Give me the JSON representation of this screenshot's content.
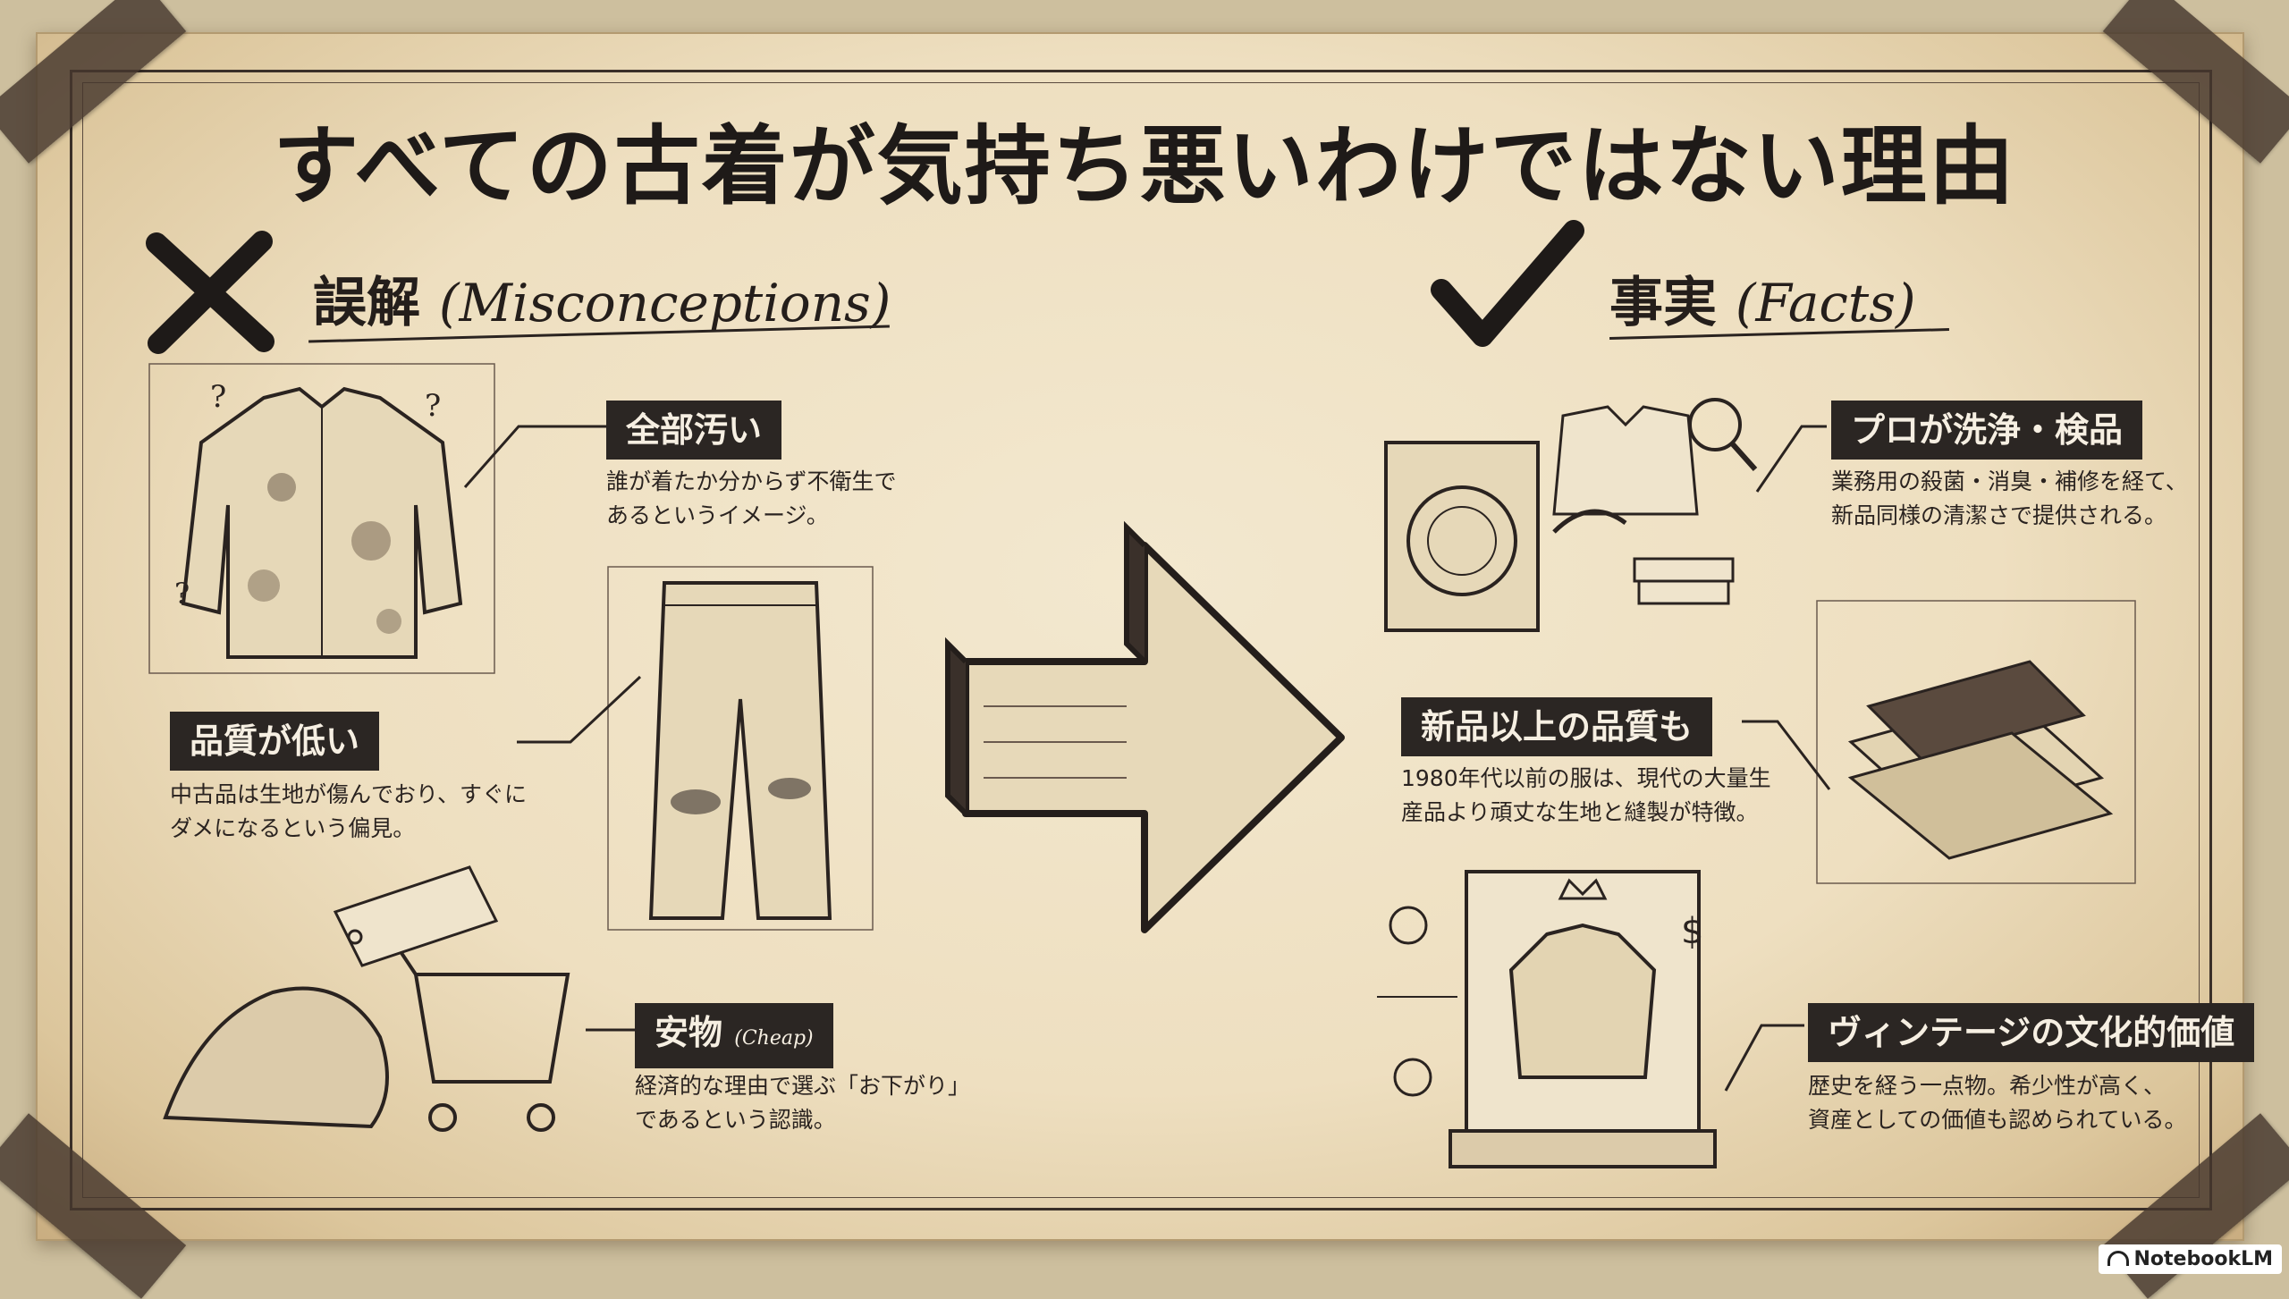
{
  "title": "すべての古着が気持ち悪いわけではない理由",
  "misconceptions": {
    "heading_jp": "誤解",
    "heading_en": "(Misconceptions)",
    "items": [
      {
        "label": "全部汚い",
        "desc_lines": [
          "誰が着たか分からず不衛生で",
          "あるというイメージ。"
        ]
      },
      {
        "label": "品質が低い",
        "desc_lines": [
          "中古品は生地が傷んでおり、すぐに",
          "ダメになるという偏見。"
        ]
      },
      {
        "label": "安物",
        "label_small": "(Cheap)",
        "desc_lines": [
          "経済的な理由で選ぶ「お下がり」",
          "であるという認識。"
        ]
      }
    ]
  },
  "facts": {
    "heading_jp": "事実",
    "heading_en": "(Facts)",
    "items": [
      {
        "label": "プロが洗浄・検品",
        "desc_lines": [
          "業務用の殺菌・消臭・補修を経て、",
          "新品同様の清潔さで提供される。"
        ]
      },
      {
        "label": "新品以上の品質も",
        "desc_lines": [
          "1980年代以前の服は、現代の大量生",
          "産品より頑丈な生地と縫製が特徴。"
        ]
      },
      {
        "label": "ヴィンテージの文化的価値",
        "desc_lines": [
          "歴史を経う一点物。希少性が高く、",
          "資産としての価値も認められている。"
        ]
      }
    ]
  },
  "brand": "NotebookLM",
  "colors": {
    "paper": "#eedfc0",
    "ink": "#2b2623",
    "label_text": "#f6efe2"
  }
}
